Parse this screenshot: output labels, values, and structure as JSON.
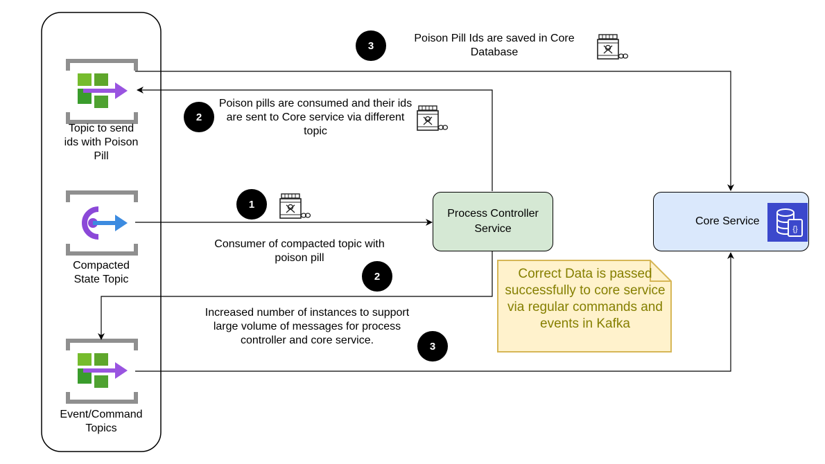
{
  "topics": {
    "poison_topic_label": "Topic to send ids with Poison Pill",
    "compacted_topic_label": "Compacted State Topic",
    "event_topic_label": "Event/Command Topics"
  },
  "services": {
    "process_controller": "Process Controller Service",
    "core_service": "Core Service"
  },
  "steps": [
    {
      "number": "1",
      "text": "Consumer of compacted topic with poison pill"
    },
    {
      "number": "2",
      "text": "Poison pills are consumed and their ids are sent to Core service via different topic"
    },
    {
      "number": "3",
      "text": "Poison Pill Ids are saved in Core Database"
    },
    {
      "number": "2",
      "text": "Increased number of instances to support large volume of messages for process controller and core service."
    },
    {
      "number": "3",
      "text": ""
    }
  ],
  "note": "Correct Data is passed successfully to core service via regular commands and events in Kafka",
  "colors": {
    "process_fill": "#d5e8d4",
    "process_stroke": "#000000",
    "core_fill": "#dae8fc",
    "note_fill": "#fff2cc",
    "note_stroke": "#d6b656",
    "note_text": "#857f00",
    "topic_green": "#3a9c2c",
    "topic_purple": "#8b48d8",
    "topic_blue": "#3c8be0",
    "db_icon": "#3b48cc"
  },
  "icons": [
    "event-grid-topic-icon",
    "compacted-topic-icon",
    "poison-pill-bottle-icon",
    "database-service-icon"
  ]
}
